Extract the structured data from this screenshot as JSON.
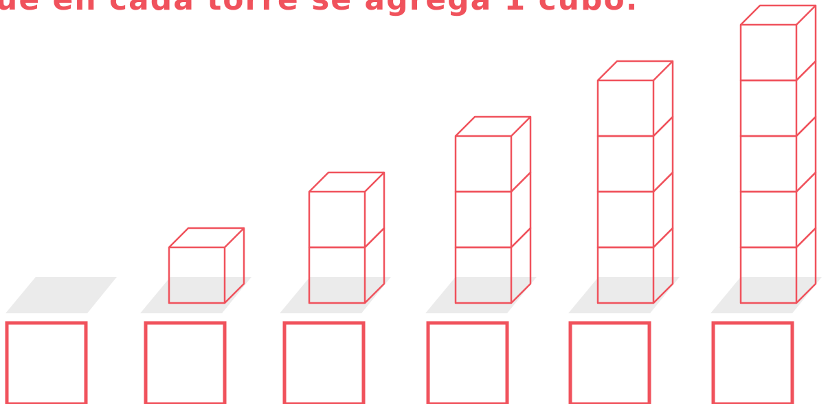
{
  "heading": "ue en cada torre se agrega 1 cubo.",
  "colors": {
    "accent": "#f0525c",
    "floor": "#ebebeb",
    "background": "#ffffff"
  },
  "towers": [
    {
      "cubes": 0,
      "answer": ""
    },
    {
      "cubes": 1,
      "answer": ""
    },
    {
      "cubes": 2,
      "answer": ""
    },
    {
      "cubes": 3,
      "answer": ""
    },
    {
      "cubes": 4,
      "answer": ""
    },
    {
      "cubes": 5,
      "answer": ""
    }
  ]
}
